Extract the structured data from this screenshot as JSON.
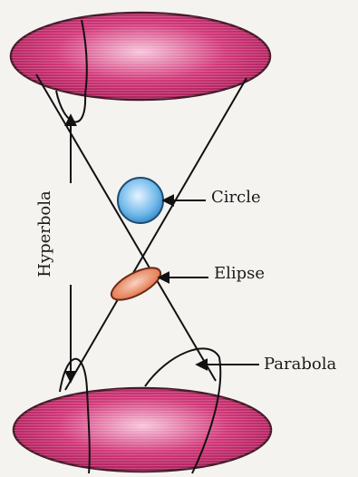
{
  "labels": {
    "circle": "Circle",
    "ellipse": "Elipse",
    "parabola": "Parabola",
    "hyperbola": "Hyperbola"
  },
  "colors": {
    "nappe_fill": "#d2397a",
    "nappe_highlight": "#f7c6dc",
    "nappe_stroke": "#4a1a2a",
    "circle_fill": "#6fb8ea",
    "circle_highlight": "#e6f4ff",
    "ellipse_fill": "#e97a52",
    "ellipse_highlight": "#f9d2c0",
    "line": "#111111",
    "background": "#f4f3f0"
  }
}
